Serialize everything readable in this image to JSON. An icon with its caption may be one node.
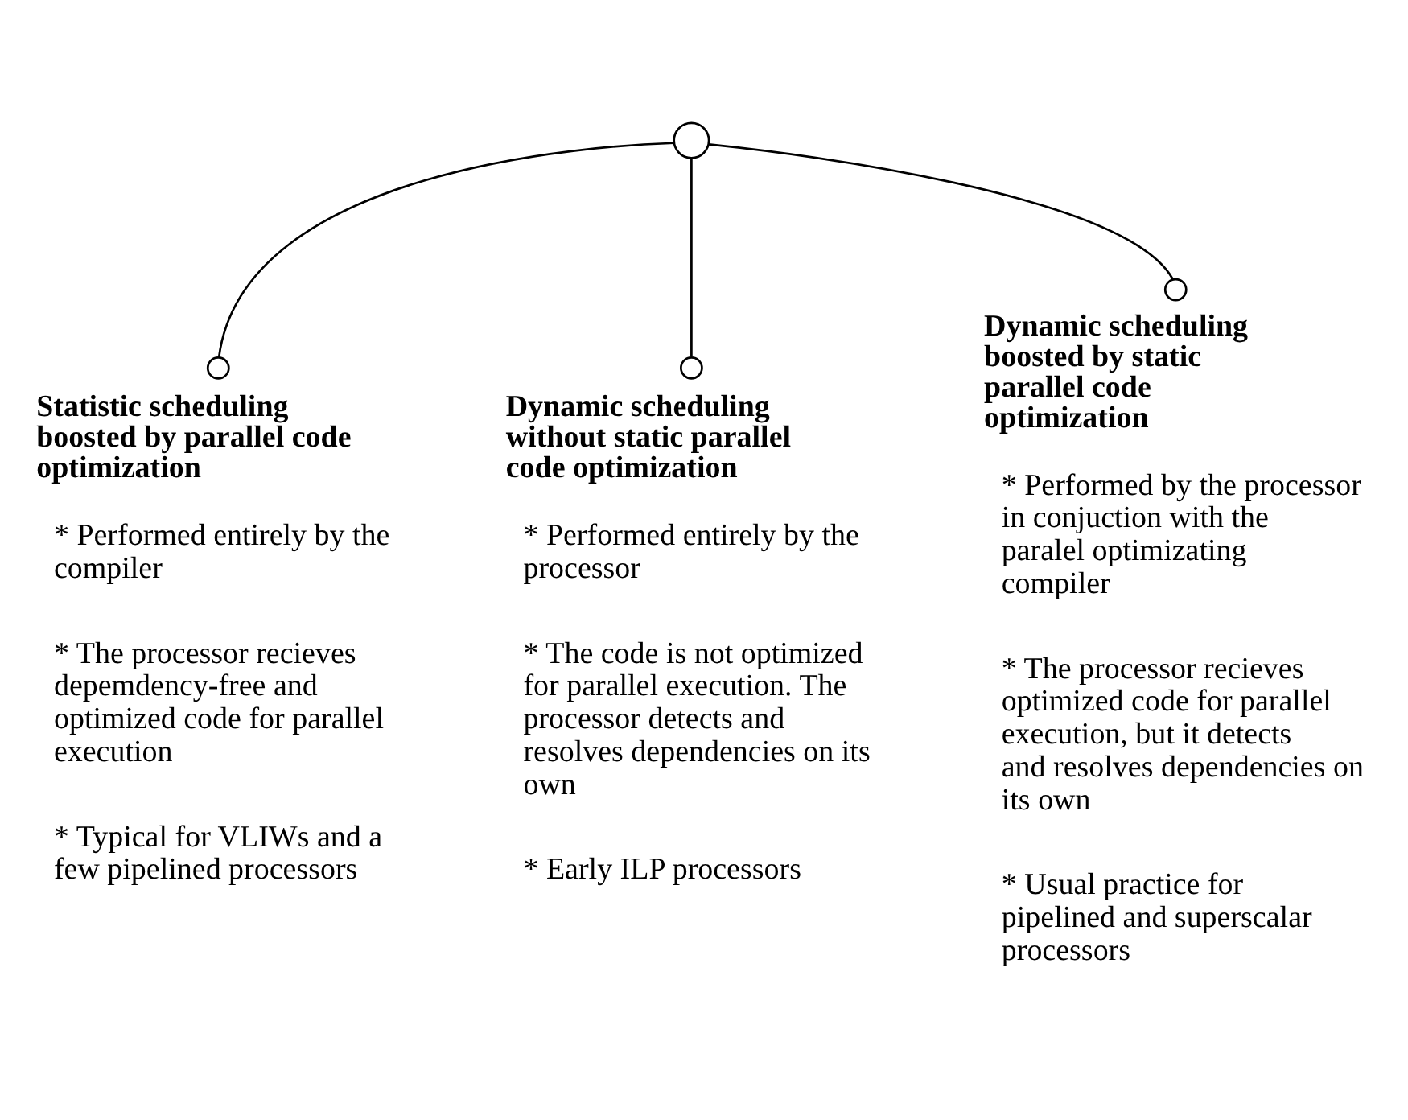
{
  "diagram": {
    "nodes": [
      {
        "text": [],
        "shape": "circle"
      },
      {
        "text": [
          "Statistic scheduling boosted by parallel code optimization"
        ],
        "beside": [
          "* Performed entirely by the compiler",
          "* The processor recieves depemdency-free and optimized code for parallel execution",
          "* Typical for VLIWs and a few pipelined processors"
        ]
      },
      {
        "text": [
          "Dynamic scheduling without static parallel code optimization"
        ],
        "beside": [
          "* Performed entirely by the processor",
          "* The code is not optimized for parallel execution. The processor detects and resolves dependencies on its own",
          "* Early ILP processors"
        ]
      },
      {
        "text": [
          "Dynamic scheduling boosted by static parallel code optimization"
        ],
        "beside": [
          "* Performed by the processor in conjuction with the paralel optimizating compiler",
          "* The processor recieves optimized code for parallel execution, but it detects and resolves dependencies on its own",
          "* Usual practice for pipelined and superscalar processors"
        ]
      }
    ],
    "edges": [
      {
        "from": 0,
        "to": 1,
        "arrow": "other"
      },
      {
        "from": 0,
        "to": 2,
        "arrow": "other"
      },
      {
        "from": 0,
        "to": 3,
        "arrow": "other"
      }
    ]
  }
}
